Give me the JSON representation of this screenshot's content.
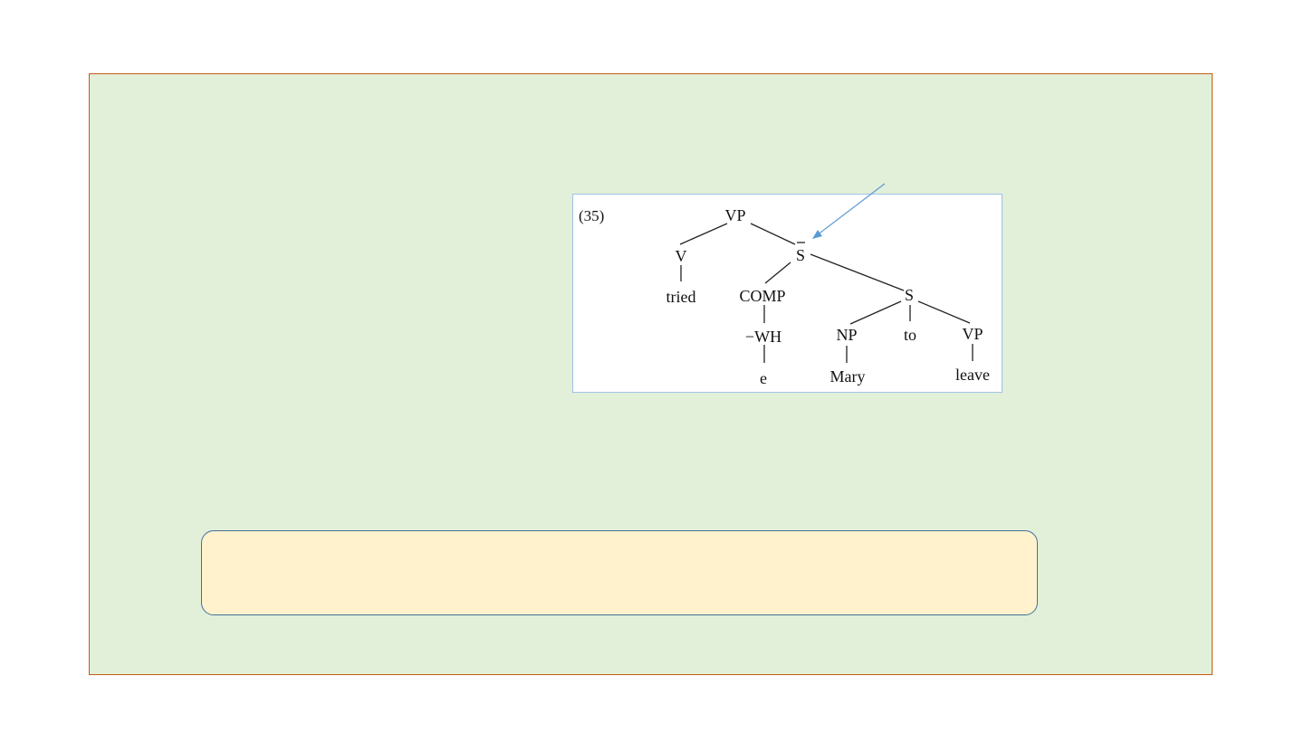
{
  "diagram": {
    "example_number": "(35)",
    "nodes": {
      "vp_root": "VP",
      "v": "V",
      "tried": "tried",
      "sbar": "S",
      "comp": "COMP",
      "wh": "−WH",
      "e": "e",
      "s": "S",
      "np": "NP",
      "mary": "Mary",
      "to": "to",
      "vp_inner": "VP",
      "leave": "leave"
    },
    "colors": {
      "slide_background": "#e2efd9",
      "slide_border": "#c55a11",
      "panel_border": "#9dc3e6",
      "arrow": "#5b9bd5",
      "note_background": "#fff2cc",
      "note_border": "#41719c"
    }
  },
  "note": {
    "text": ""
  }
}
